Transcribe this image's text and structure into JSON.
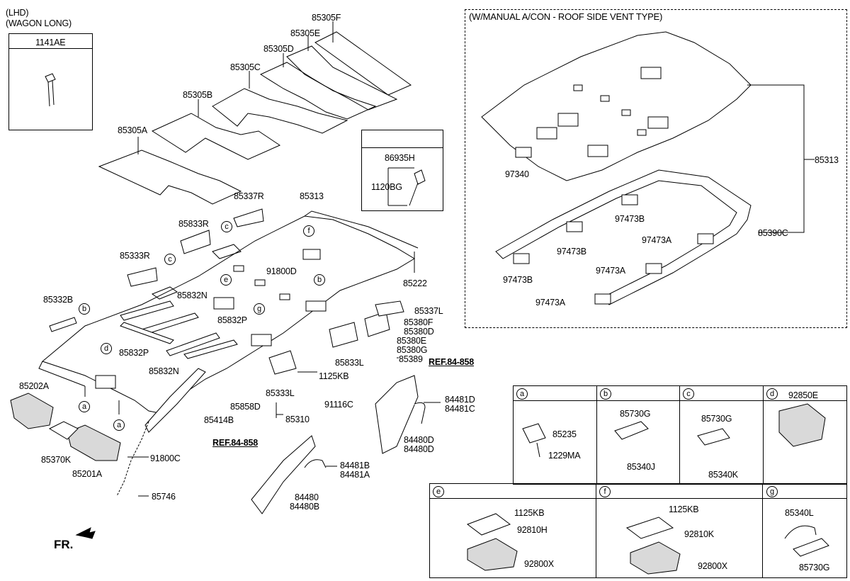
{
  "header": {
    "lhd": "(LHD)",
    "wagon": "(WAGON LONG)"
  },
  "bolt_box": {
    "part": "1141AE"
  },
  "vent_box": {
    "title": "(W/MANUAL A/CON - ROOF SIDE VENT TYPE)"
  },
  "labels": {
    "p85305F": "85305F",
    "p85305E": "85305E",
    "p85305D": "85305D",
    "p85305C": "85305C",
    "p85305B": "85305B",
    "p85305A": "85305A",
    "p85337R": "85337R",
    "p85313": "85313",
    "p85833R": "85833R",
    "p85333R": "85333R",
    "p91800D": "91800D",
    "p85222": "85222",
    "p85332B": "85332B",
    "p85832N_a": "85832N",
    "p85832P_a": "85832P",
    "p85832P_b": "85832P",
    "p85832N_b": "85832N",
    "p85337L": "85337L",
    "p85380F": "85380F",
    "p85380D": "85380D",
    "p85380E": "85380E",
    "p85380G": "85380G",
    "p85389": "85389",
    "p85833L": "85833L",
    "p1125KB": "1125KB",
    "p85333L": "85333L",
    "p85858D": "85858D",
    "p91116C": "91116C",
    "p85414B": "85414B",
    "p85310": "85310",
    "p85202A": "85202A",
    "p85370K": "85370K",
    "p85201A": "85201A",
    "p91800C": "91800C",
    "p85746": "85746",
    "ref1": "REF.84-858",
    "ref2": "REF.84-858",
    "p84481D": "84481D",
    "p84481C": "84481C",
    "p84480D": "84480D",
    "p84480D2": "84480D",
    "p84481B": "84481B",
    "p84481A": "84481A",
    "p84480": "84480",
    "p84480B": "84480B",
    "p86935H": "86935H",
    "p1120BG": "1120BG",
    "v97340": "97340",
    "v85313": "85313",
    "v97473B_1": "97473B",
    "v97473B_2": "97473B",
    "v97473A_1": "97473A",
    "v85390C": "85390C",
    "v97473A_2": "97473A",
    "v97473B_3": "97473B",
    "v97473A_3": "97473A",
    "fr": "FR."
  },
  "callouts": {
    "a": "a",
    "b": "b",
    "c": "c",
    "d": "d",
    "e": "e",
    "f": "f",
    "g": "g"
  },
  "detail_panels": {
    "a": {
      "letter": "a",
      "p1": "85235",
      "p2": "1229MA"
    },
    "b": {
      "letter": "b",
      "p1": "85730G",
      "p2": "85340J"
    },
    "c": {
      "letter": "c",
      "p1": "85730G",
      "p2": "85340K"
    },
    "d": {
      "letter": "d",
      "p1": "92850E"
    },
    "e": {
      "letter": "e",
      "p1": "1125KB",
      "p2": "92810H",
      "p3": "92800X"
    },
    "f": {
      "letter": "f",
      "p1": "1125KB",
      "p2": "92810K",
      "p3": "92800X"
    },
    "g": {
      "letter": "g",
      "p1": "85340L",
      "p2": "85730G"
    }
  },
  "colors": {
    "line": "#000000",
    "fill": "#ffffff",
    "shade": "#d9d9d9"
  }
}
